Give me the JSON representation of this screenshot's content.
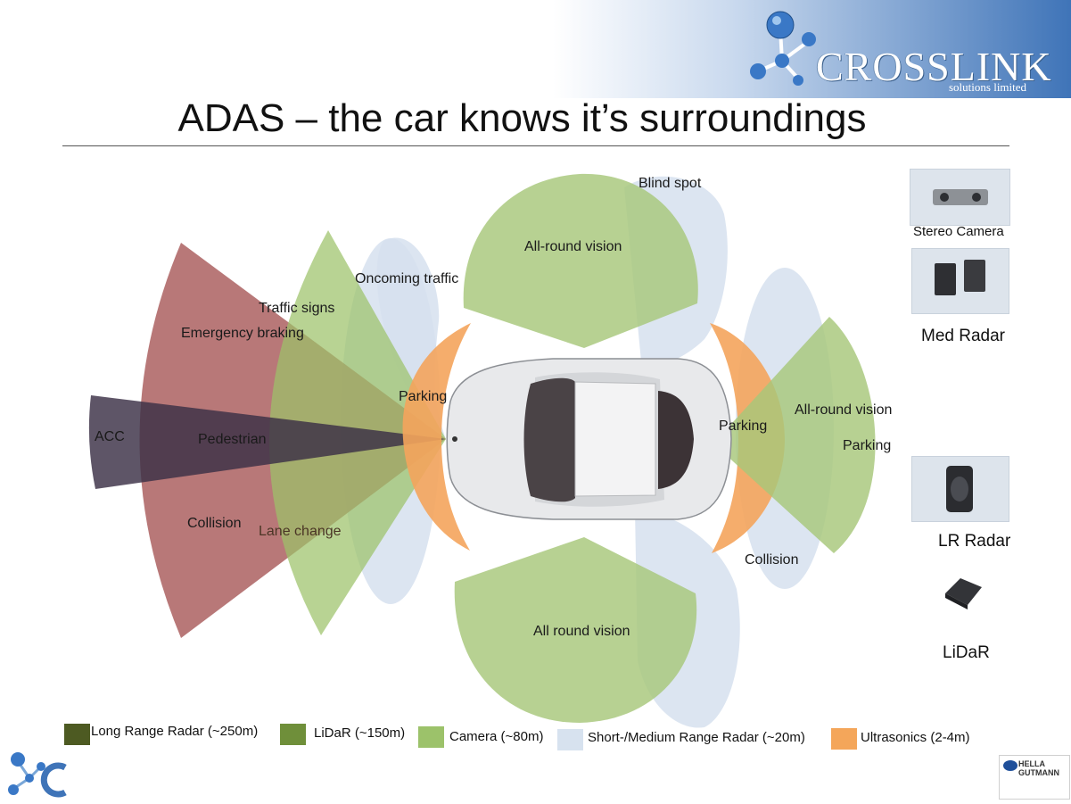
{
  "header": {
    "logo_main": "CROSSLINK",
    "logo_sub": "solutions limited",
    "brand_blue": "#3f74b8"
  },
  "title": "ADAS – the car knows it’s surroundings",
  "zones": {
    "acc": "ACC",
    "pedestrian": "Pedestrian",
    "emergency_braking": "Emergency braking",
    "collision_front": "Collision",
    "traffic_signs": "Traffic signs",
    "lane_change": "Lane change",
    "oncoming_traffic": "Oncoming traffic",
    "parking_front": "Parking",
    "blind_spot": "Blind spot",
    "all_round_vision_top": "All-round vision",
    "all_round_vision_bottom": "All round vision",
    "parking_rear": "Parking",
    "all_round_vision_rear": "All-round vision",
    "parking_rear_outer": "Parking",
    "collision_rear": "Collision"
  },
  "devices": {
    "stereo_camera": "Stereo Camera",
    "med_radar": "Med Radar",
    "lr_radar": "LR Radar",
    "lidar": "LiDaR"
  },
  "legend": [
    {
      "label": "Long Range Radar (~250m)",
      "color": "#4d5a22"
    },
    {
      "label": "LiDaR (~150m)",
      "color": "#6f8f3a"
    },
    {
      "label": "Camera (~80m)",
      "color": "#9cc26a"
    },
    {
      "label": "Short-/Medium Range Radar (~20m)",
      "color": "#d7e2ef"
    },
    {
      "label": "Ultrasonics (2-4m)",
      "color": "#f4a65a"
    }
  ],
  "footer": {
    "partner_logo": "HELLA GUTMANN"
  },
  "colors": {
    "lr_radar_fan": "#a85a5a",
    "acc_beam": "#3a2f45",
    "camera": "#a7c77a",
    "short_radar": "#d6e1ee",
    "ultrasonic": "#f4a45c"
  }
}
